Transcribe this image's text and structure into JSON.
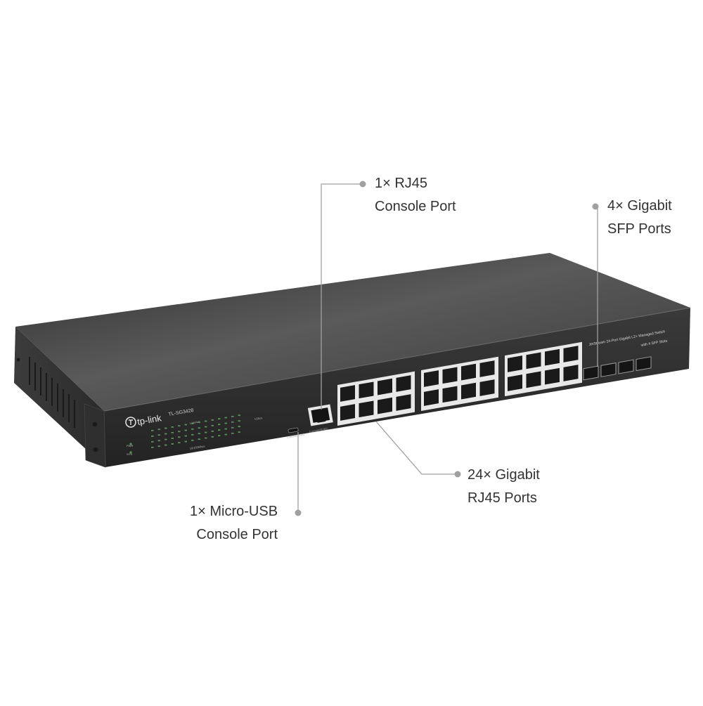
{
  "product": {
    "brand": "tp-link",
    "model": "TL-SG3428",
    "description_line1": "JetStream 24-Port Gigabit L2+ Managed Switch",
    "description_line2": "with 4 SFP Slots",
    "led_labels": [
      "PWR",
      "SYS"
    ],
    "link_act_label": "Link/Act",
    "speed_legend": [
      "1Gbps",
      "10/100Mbps"
    ],
    "console_usb_label": "Console(USB)",
    "console_rj45_label": "Console(RJ45)"
  },
  "callouts": {
    "rj45_console": {
      "line1": "1× RJ45",
      "line2": "Console Port"
    },
    "sfp_ports": {
      "line1": "4× Gigabit",
      "line2": "SFP Ports"
    },
    "rj45_ports": {
      "line1": "24× Gigabit",
      "line2": "RJ45 Ports"
    },
    "usb_console": {
      "line1": "1× Micro-USB",
      "line2": "Console Port"
    }
  },
  "colors": {
    "chassis_top": "#3a3a3a",
    "chassis_front": "#2b2b2b",
    "port_frame": "#e8e8e8",
    "port_hole": "#1a1a1a",
    "callout_line": "#a0a0a0",
    "callout_text": "#333333"
  }
}
